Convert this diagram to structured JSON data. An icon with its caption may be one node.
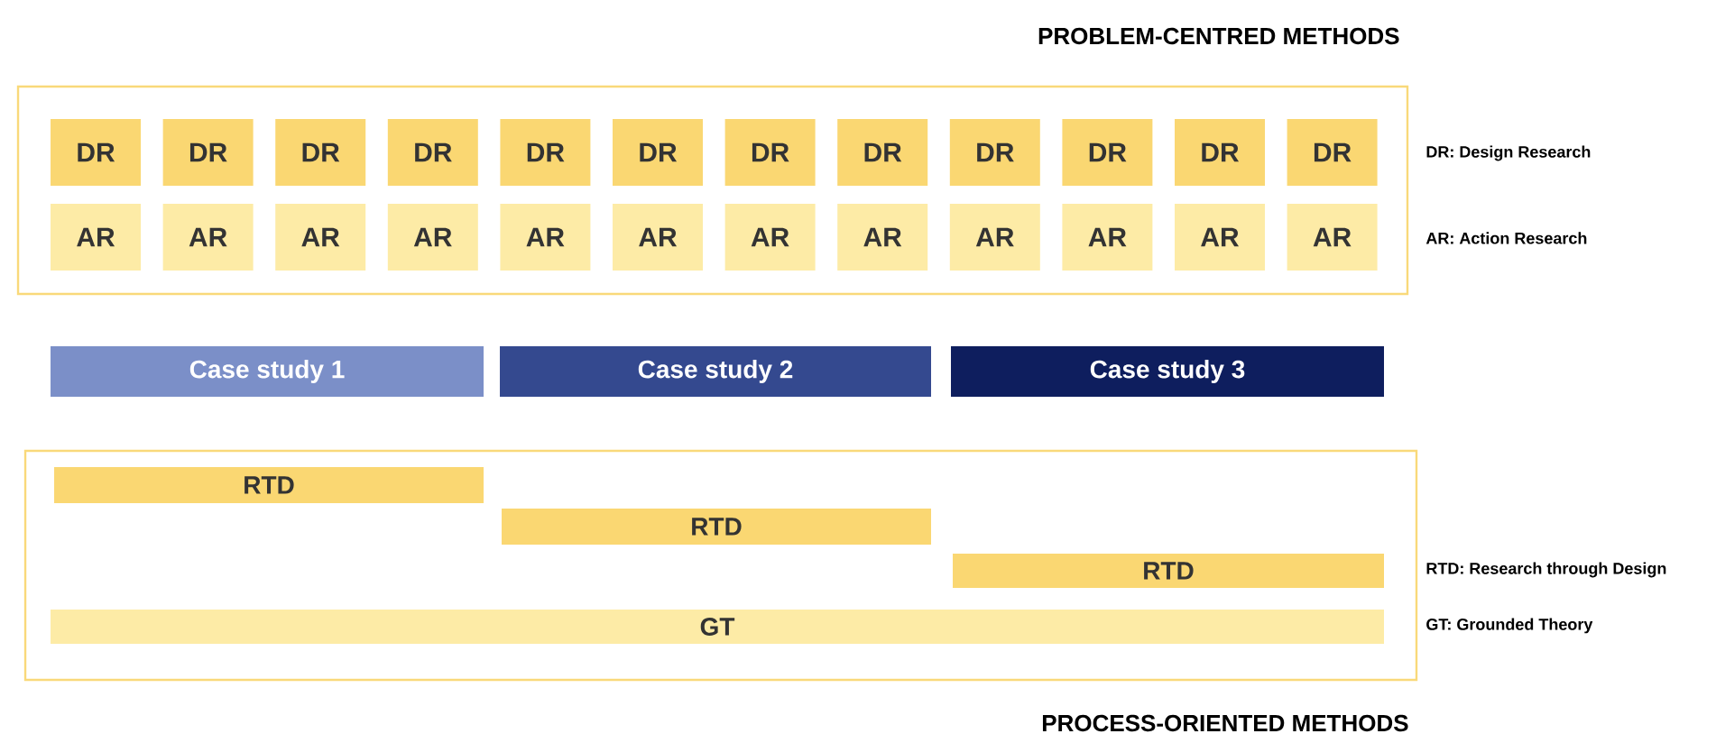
{
  "diagram": {
    "nodes": [
      {
        "text": [
          "PROBLEM-CENTRED METHODS"
        ]
      },
      {
        "text": [
          "DR"
        ],
        "in": 0
      },
      {
        "text": [
          "DR"
        ],
        "in": 0
      },
      {
        "text": [
          "DR"
        ],
        "in": 0
      },
      {
        "text": [
          "DR"
        ],
        "in": 0
      },
      {
        "text": [
          "DR"
        ],
        "in": 0
      },
      {
        "text": [
          "DR"
        ],
        "in": 0
      },
      {
        "text": [
          "DR"
        ],
        "in": 0
      },
      {
        "text": [
          "DR"
        ],
        "in": 0
      },
      {
        "text": [
          "DR"
        ],
        "in": 0
      },
      {
        "text": [
          "DR"
        ],
        "in": 0
      },
      {
        "text": [
          "DR"
        ],
        "in": 0
      },
      {
        "text": [
          "DR"
        ],
        "in": 0
      },
      {
        "text": [
          "AR"
        ],
        "in": 0
      },
      {
        "text": [
          "AR"
        ],
        "in": 0
      },
      {
        "text": [
          "AR"
        ],
        "in": 0
      },
      {
        "text": [
          "AR"
        ],
        "in": 0
      },
      {
        "text": [
          "AR"
        ],
        "in": 0
      },
      {
        "text": [
          "AR"
        ],
        "in": 0
      },
      {
        "text": [
          "AR"
        ],
        "in": 0
      },
      {
        "text": [
          "AR"
        ],
        "in": 0
      },
      {
        "text": [
          "AR"
        ],
        "in": 0
      },
      {
        "text": [
          "AR"
        ],
        "in": 0
      },
      {
        "text": [
          "AR"
        ],
        "in": 0
      },
      {
        "text": [
          "AR"
        ],
        "in": 0
      },
      {
        "text": [
          "Case study 1"
        ]
      },
      {
        "text": [
          "Case study 2"
        ]
      },
      {
        "text": [
          "Case study 3"
        ]
      },
      {
        "text": [
          "PROCESS-ORIENTED METHODS"
        ]
      },
      {
        "text": [
          "RTD"
        ],
        "in": 28
      },
      {
        "text": [
          "RTD"
        ],
        "in": 28
      },
      {
        "text": [
          "RTD"
        ],
        "in": 28
      },
      {
        "text": [
          "GT"
        ],
        "in": 28
      }
    ],
    "labels": [
      "DR: Design Research",
      "AR: Action Research",
      "RTD: Research through Design",
      "GT: Grounded Theory"
    ]
  }
}
